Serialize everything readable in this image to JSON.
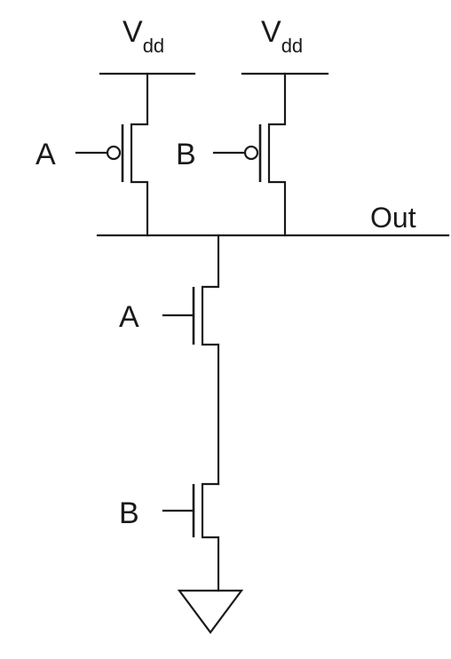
{
  "supply": {
    "main": "V",
    "sub": "dd"
  },
  "output_label": "Out",
  "inputs": {
    "a": "A",
    "b": "B"
  },
  "transistors": [
    {
      "id": "pmos-a",
      "type": "pmos",
      "input": "A"
    },
    {
      "id": "pmos-b",
      "type": "pmos",
      "input": "B"
    },
    {
      "id": "nmos-a",
      "type": "nmos",
      "input": "A"
    },
    {
      "id": "nmos-b",
      "type": "nmos",
      "input": "B"
    }
  ]
}
